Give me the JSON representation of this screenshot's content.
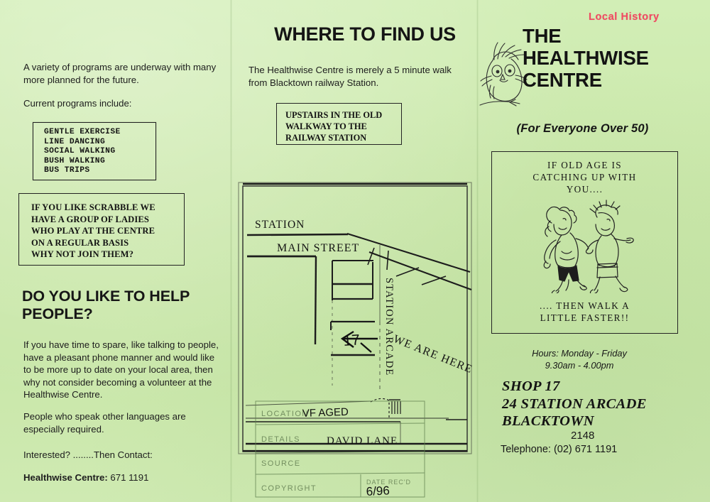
{
  "document": {
    "kind": "trifold-brochure-scan",
    "background_color": "#cdeab0",
    "stamp_color": "#ef4b62",
    "ink_color": "#1a1a1a"
  },
  "stamp": {
    "text": "Local History"
  },
  "left_panel": {
    "lead_paragraph": "A variety of programs are underway with many more planned for the future.",
    "current_programs_label": "Current programs include:",
    "programs": [
      "GENTLE EXERCISE",
      "LINE DANCING",
      "SOCIAL WALKING",
      "BUSH WALKING",
      "BUS TRIPS"
    ],
    "scrabble_box": {
      "lines": [
        "IF YOU LIKE SCRABBLE WE",
        "HAVE A GROUP OF LADIES",
        "WHO PLAY AT THE CENTRE",
        "ON A REGULAR BASIS",
        "WHY NOT JOIN THEM?"
      ]
    },
    "help_heading": "DO YOU LIKE TO HELP PEOPLE?",
    "help_paragraph": "If you have time to spare, like talking to people, have a pleasant phone manner and would like to be more up to date on your local area, then why not consider becoming a volunteer at the Healthwise Centre.",
    "languages_paragraph": "People who speak other languages are especially required.",
    "interested_line": "Interested? ........Then Contact:",
    "contact_label": "Healthwise Centre:",
    "contact_number": "671 1191"
  },
  "middle_panel": {
    "heading": "WHERE TO FIND US",
    "intro_paragraph": "The Healthwise Centre is merely a 5 minute walk from Blacktown railway Station.",
    "directions_box": {
      "lines": [
        "UPSTAIRS IN THE OLD",
        "WALKWAY TO THE",
        "RAILWAY STATION"
      ]
    },
    "map": {
      "labels": {
        "station": "STATION",
        "main_street": "MAIN STREET",
        "station_arcade": "STATION ARCADE",
        "we_are_here": "WE ARE HERE",
        "shop_number": "17",
        "david_lane": "DAVID LANE"
      }
    },
    "archive_form": {
      "fields": [
        {
          "label": "LOCATION",
          "value": "VF  AGED"
        },
        {
          "label": "DETAILS",
          "value": "DAVID LANE"
        },
        {
          "label": "SOURCE",
          "value": ""
        },
        {
          "label": "COPYRIGHT",
          "value": ""
        },
        {
          "label": "DATE REC'D",
          "value": "6/96"
        }
      ]
    }
  },
  "right_panel": {
    "title_lines": [
      "THE",
      "HEALTHWISE",
      "CENTRE"
    ],
    "subtitle": "(For Everyone Over 50)",
    "cartoon": {
      "caption_top_lines": [
        "IF OLD AGE IS",
        "CATCHING UP WITH",
        "YOU...."
      ],
      "caption_bottom_lines": [
        ".... THEN WALK A",
        "LITTLE  FASTER!!"
      ],
      "art_name": "two-people-running-cartoon"
    },
    "hours_lines": [
      "Hours:  Monday - Friday",
      "9.30am - 4.00pm"
    ],
    "address_lines": [
      "SHOP 17",
      "24 STATION ARCADE",
      "BLACKTOWN"
    ],
    "postcode": "2148",
    "telephone": "Telephone: (02) 671 1191"
  }
}
